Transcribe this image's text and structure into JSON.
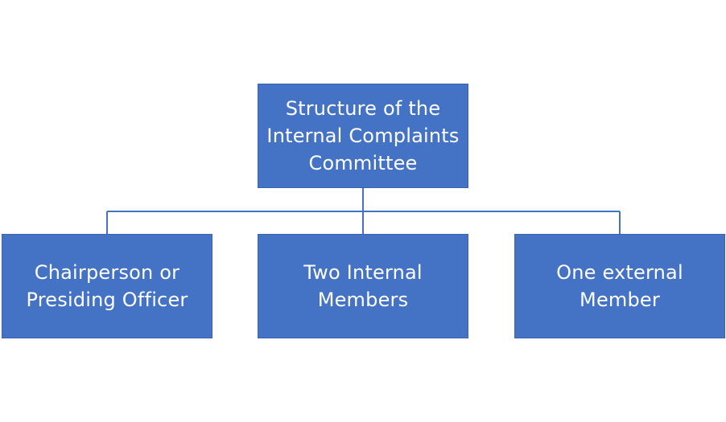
{
  "diagram": {
    "root": {
      "label": "Structure of the\nInternal Complaints\nCommittee"
    },
    "children": [
      {
        "label": "Chairperson or\nPresiding Officer"
      },
      {
        "label": "Two Internal\nMembers"
      },
      {
        "label": "One external\nMember"
      }
    ]
  },
  "colors": {
    "box_fill": "#4472c4",
    "connector": "#4472c4",
    "text": "#ffffff"
  }
}
